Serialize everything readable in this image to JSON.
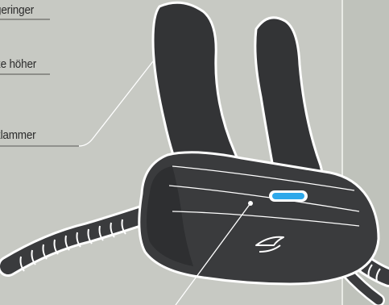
{
  "labels": {
    "item_1": "geringer",
    "item_2": "ke höher",
    "item_3": "klammer"
  },
  "colors": {
    "background": "#c7c9c3",
    "device_body": "#3a3b3d",
    "finger_fill": "#333436",
    "outline": "#ffffff",
    "led": "#2ea8ea",
    "callout_line": "#ffffff",
    "underline": "#7a7a76"
  },
  "icons": {
    "device": "headset-mic-clip-icon",
    "led": "status-led-icon",
    "logo": "brand-swoosh-icon"
  }
}
